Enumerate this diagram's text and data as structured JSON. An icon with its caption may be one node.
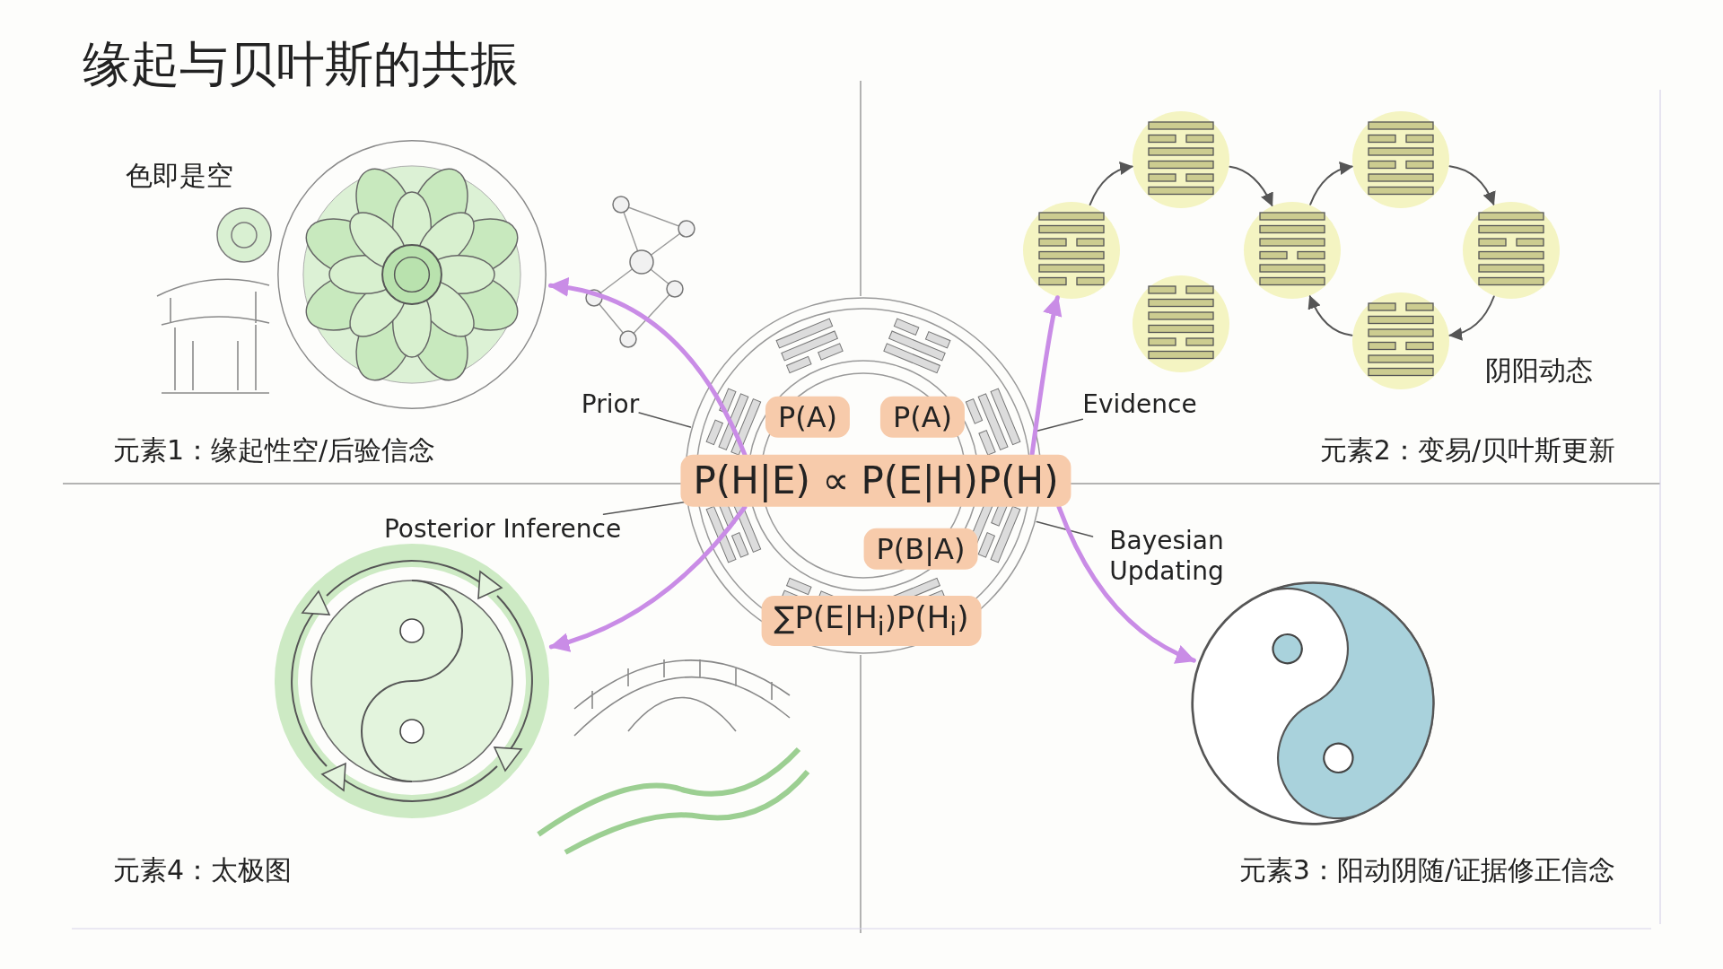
{
  "diagram": {
    "title": "缘起与贝叶斯的共振",
    "nodes": [
      {
        "text": [],
        "shape": "picture"
      },
      {
        "text": [
          "P(H|E) ∝ P(E|H)P(H)"
        ]
      },
      {
        "text": [
          "P(A)"
        ],
        "in": 0
      },
      {
        "text": [
          "P(A)"
        ],
        "in": 0
      },
      {
        "text": [
          "P(B|A)"
        ],
        "in": 0
      },
      {
        "text": [
          "∑P(E|H$_{i}$)P(H$_{i}$)"
        ],
        "in": 0
      },
      {
        "text": [
          "Prior"
        ]
      },
      {
        "text": [
          "Evidence"
        ]
      },
      {
        "text": [
          "Posterior Inference"
        ]
      },
      {
        "text": [
          "Bayesian Updating"
        ]
      },
      {
        "text": [],
        "shape": "picture"
      },
      {
        "text": [],
        "shape": "picture"
      },
      {
        "text": [],
        "shape": "picture"
      },
      {
        "text": [],
        "shape": "picture"
      },
      {
        "text": [],
        "shape": "picture"
      },
      {
        "text": [],
        "shape": "picture"
      },
      {
        "text": [],
        "shape": "picture"
      },
      {
        "text": [],
        "shape": "picture"
      },
      {
        "text": [],
        "shape": "picture"
      },
      {
        "text": [],
        "shape": "picture"
      }
    ],
    "edges": [
      {
        "from": 6,
        "to": 0,
        "arrow": "none"
      },
      {
        "from": 7,
        "to": 0,
        "arrow": "none"
      },
      {
        "from": 8,
        "to": 0,
        "arrow": "none"
      },
      {
        "from": 9,
        "to": 0,
        "arrow": "none"
      },
      {
        "from": 1,
        "to": 10,
        "arrow": "to",
        "style": "thick",
        "color": "#c98ce6"
      },
      {
        "from": 1,
        "to": 11,
        "arrow": "to",
        "style": "thick",
        "color": "#c98ce6"
      },
      {
        "from": 1,
        "to": 18,
        "arrow": "to",
        "style": "thick",
        "color": "#c98ce6"
      },
      {
        "from": 1,
        "to": 19,
        "arrow": "to",
        "style": "thick",
        "color": "#c98ce6"
      },
      {
        "from": 11,
        "to": 12,
        "arrow": "to"
      },
      {
        "from": 12,
        "to": 14,
        "arrow": "to"
      },
      {
        "from": 14,
        "to": 15,
        "arrow": "to"
      },
      {
        "from": 15,
        "to": 16,
        "arrow": "to"
      },
      {
        "from": 16,
        "to": 17,
        "arrow": "to"
      },
      {
        "from": 17,
        "to": 14,
        "arrow": "to"
      }
    ],
    "labels": [
      "色即是空",
      "元素1：缘起性空/后验信念",
      "阴阳动态",
      "元素2：变易/贝叶斯更新",
      "元素4：太极图",
      "元素3：阳动阴随/证据修正信念"
    ]
  }
}
